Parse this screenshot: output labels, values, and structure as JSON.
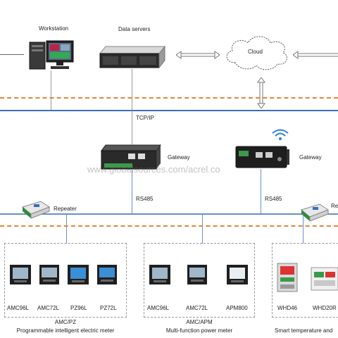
{
  "top": {
    "workstation": "Workstation",
    "data_servers": "Data servers",
    "cloud": "Cloud"
  },
  "network": {
    "tcpip": "TCP/IP",
    "gateway_left": "Gateway",
    "gateway_right": "Gateway",
    "rs485_left": "RS485",
    "rs485_right": "RS485",
    "repeater_left": "Repeater",
    "repeater_right": "Re"
  },
  "watermark": "www.globalsources.com/acrel.co",
  "groups": [
    {
      "devices": [
        "AMC96L",
        "AMC72L",
        "PZ96L",
        "PZ72L"
      ],
      "title": "AMC/PZ",
      "subtitle": "Programmable intelligent electric meter"
    },
    {
      "devices": [
        "AMC96L",
        "AMC72L",
        "APM800"
      ],
      "title": "AMC/APM",
      "subtitle": "Multi-function power meter"
    },
    {
      "devices": [
        "WHD46",
        "WHD20R"
      ],
      "title": "",
      "subtitle": "Smart temperature and"
    }
  ],
  "colors": {
    "orange_dash": "#e8833a",
    "network_blue": "#3c6fb6",
    "drop_blue": "#6a8fc8",
    "wifi_blue": "#2a7fd0"
  }
}
